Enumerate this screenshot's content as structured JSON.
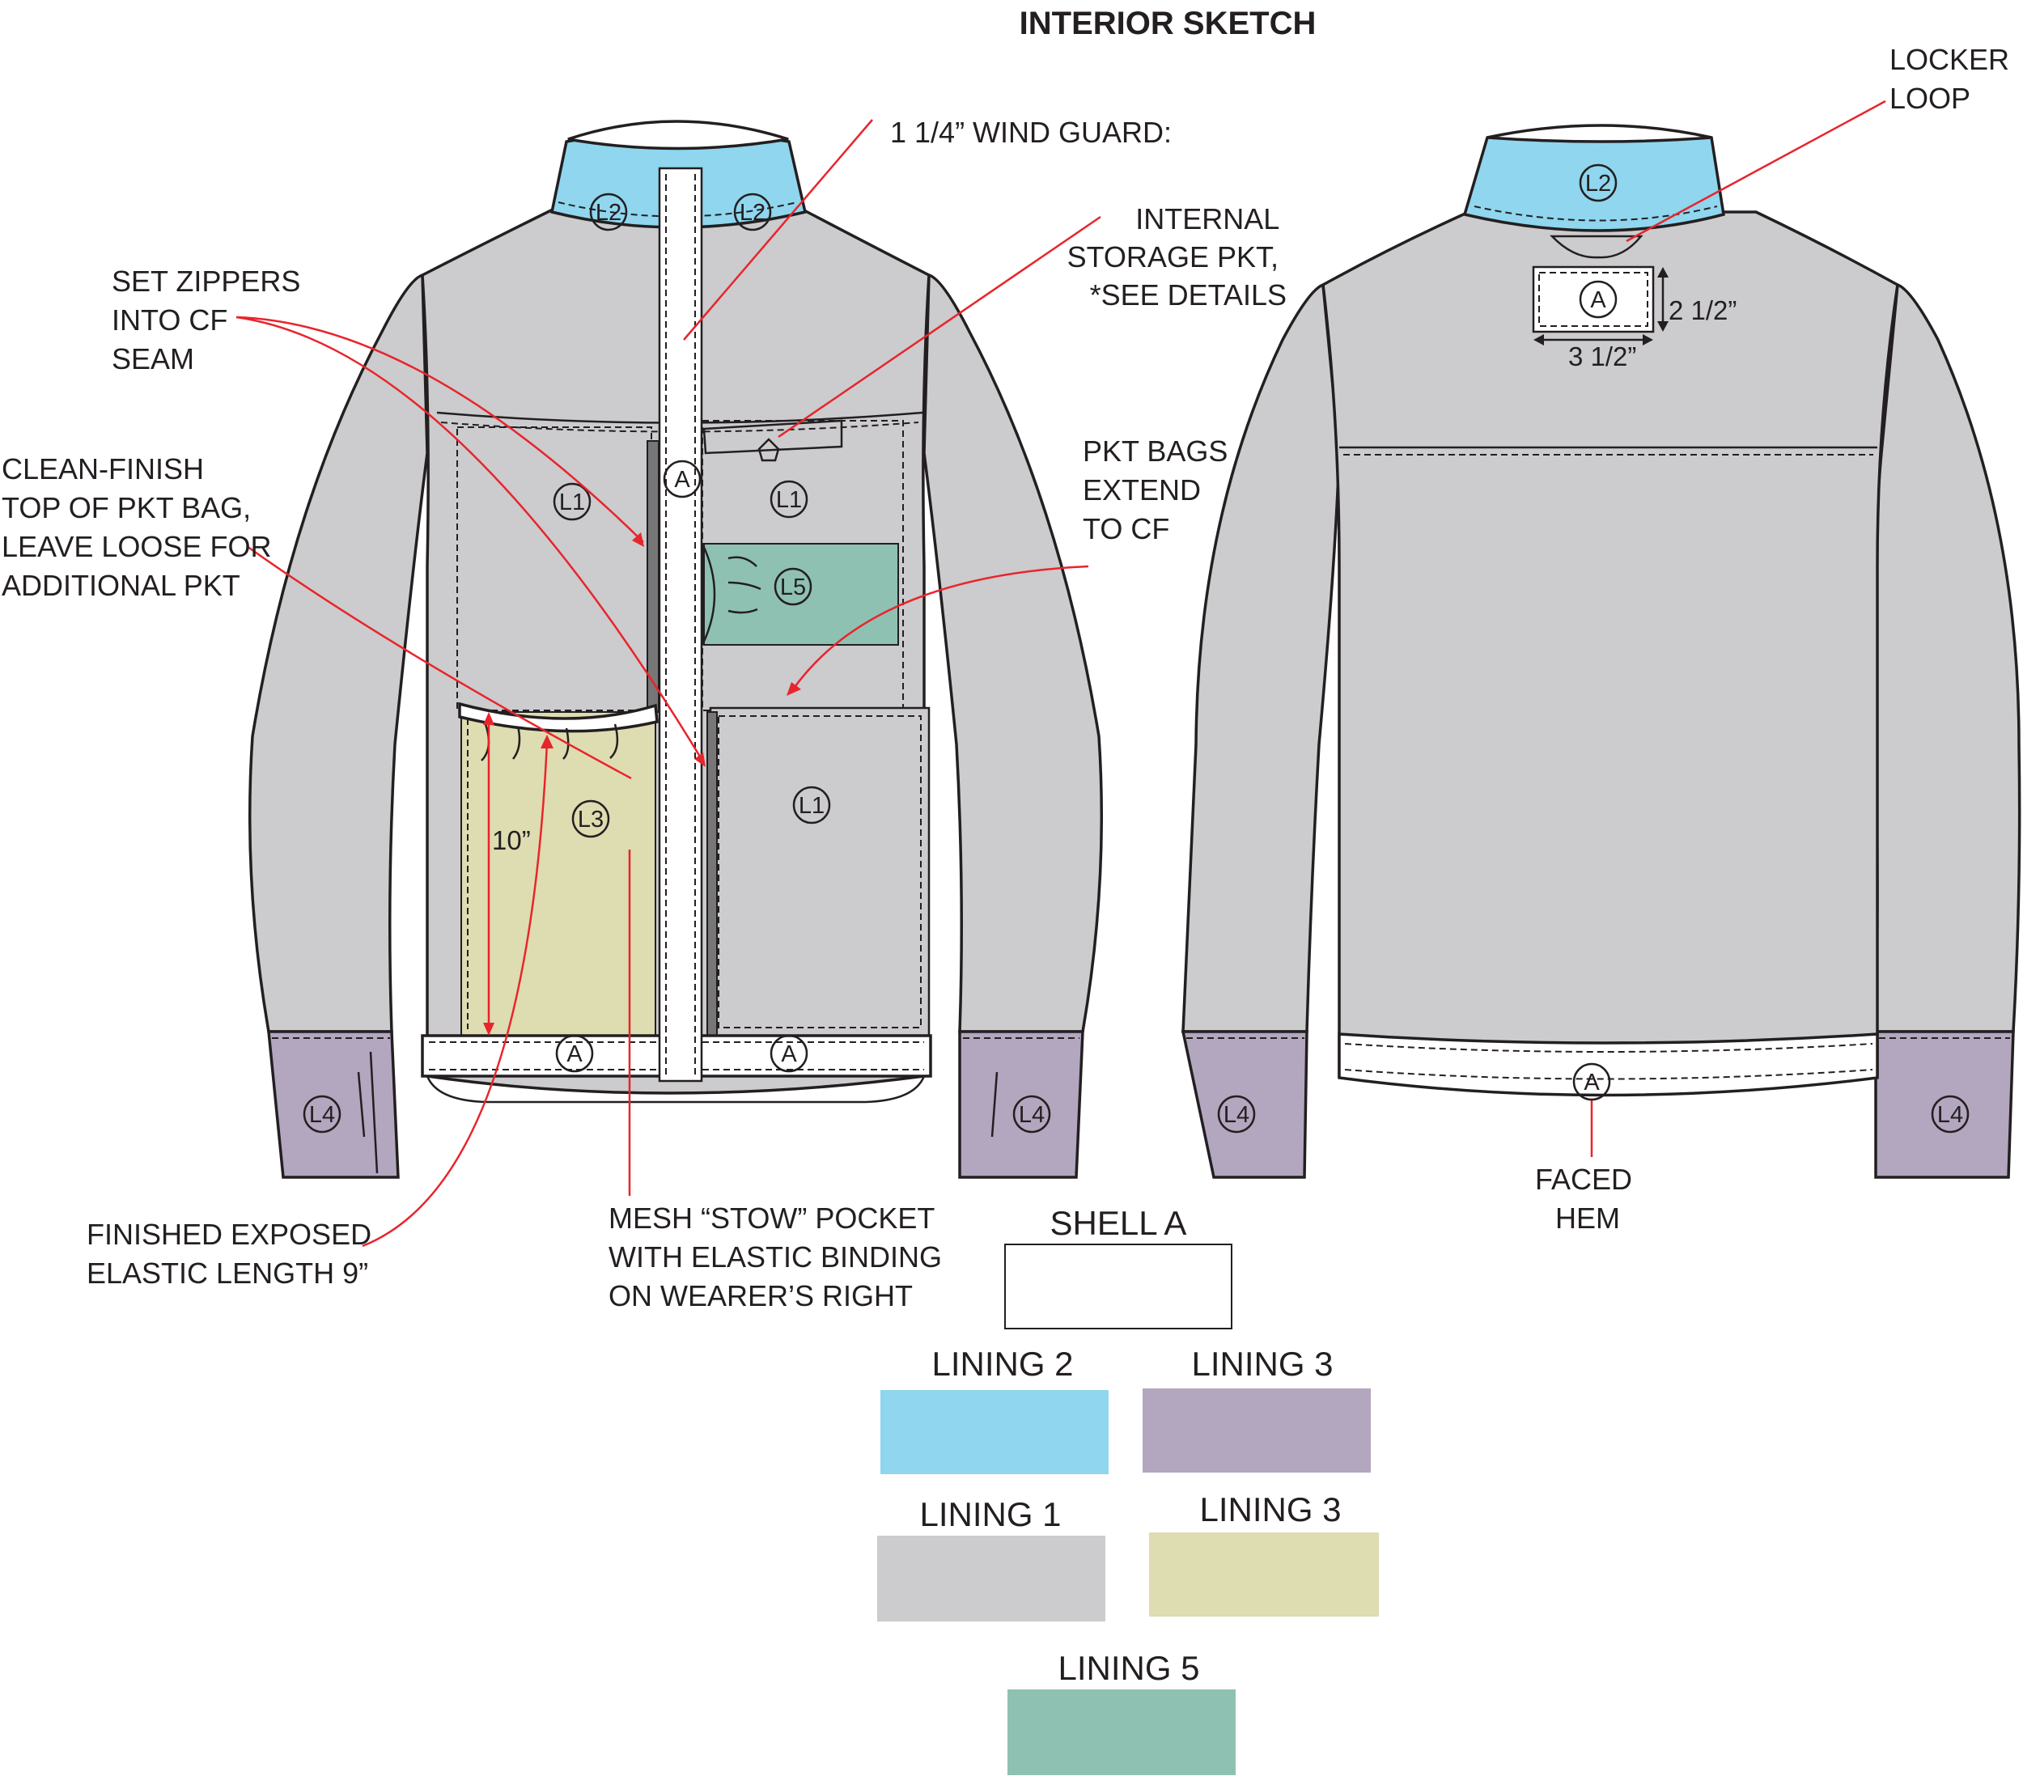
{
  "title": "INTERIOR SKETCH",
  "colors": {
    "shell_white": "#ffffff",
    "lining_1_gray": "#cccbcd",
    "lining_2_blue": "#8fd6ee",
    "lining_3_purple": "#b3a6bf",
    "lining_3_khaki": "#dedcb1",
    "lining_5_teal": "#8fc1b3",
    "callout_red": "#e8242c",
    "outline": "#231f20"
  },
  "codes": {
    "A": "A",
    "L1": "L1",
    "L2": "L2",
    "L3": "L3",
    "L4": "L4",
    "L5": "L5"
  },
  "callouts": {
    "wind_guard": [
      "1 1/4” WIND GUARD:"
    ],
    "internal_pkt": [
      "INTERNAL",
      "STORAGE PKT,",
      "*SEE DETAILS"
    ],
    "set_zippers": [
      "SET ZIPPERS",
      "INTO CF",
      "SEAM"
    ],
    "clean_finish": [
      "CLEAN-FINISH",
      "TOP OF PKT BAG,",
      "LEAVE LOOSE FOR",
      "ADDITIONAL PKT"
    ],
    "pkt_bags": [
      "PKT BAGS",
      "EXTEND",
      "TO CF"
    ],
    "elastic": [
      "FINISHED EXPOSED",
      "ELASTIC LENGTH 9”"
    ],
    "mesh_pocket": [
      "MESH “STOW” POCKET",
      "WITH ELASTIC BINDING",
      "ON WEARER’S RIGHT"
    ],
    "locker_loop": [
      "LOCKER",
      "LOOP"
    ],
    "faced_hem": [
      "FACED",
      "HEM"
    ]
  },
  "dimensions": {
    "pocket_depth": "10”",
    "label_height": "2 1/2”",
    "label_width": "3 1/2”"
  },
  "legend": [
    {
      "label": "SHELL A",
      "code": "A",
      "color": "#ffffff"
    },
    {
      "label": "LINING 2",
      "code": "L2",
      "color": "#8fd6ee"
    },
    {
      "label": "LINING 3",
      "code": "L4",
      "color": "#b3a6bf"
    },
    {
      "label": "LINING 1",
      "code": "L1",
      "color": "#cccbcd"
    },
    {
      "label": "LINING 3",
      "code": "L3",
      "color": "#dedcb1"
    },
    {
      "label": "LINING 5",
      "code": "L5",
      "color": "#8fc1b3"
    }
  ]
}
